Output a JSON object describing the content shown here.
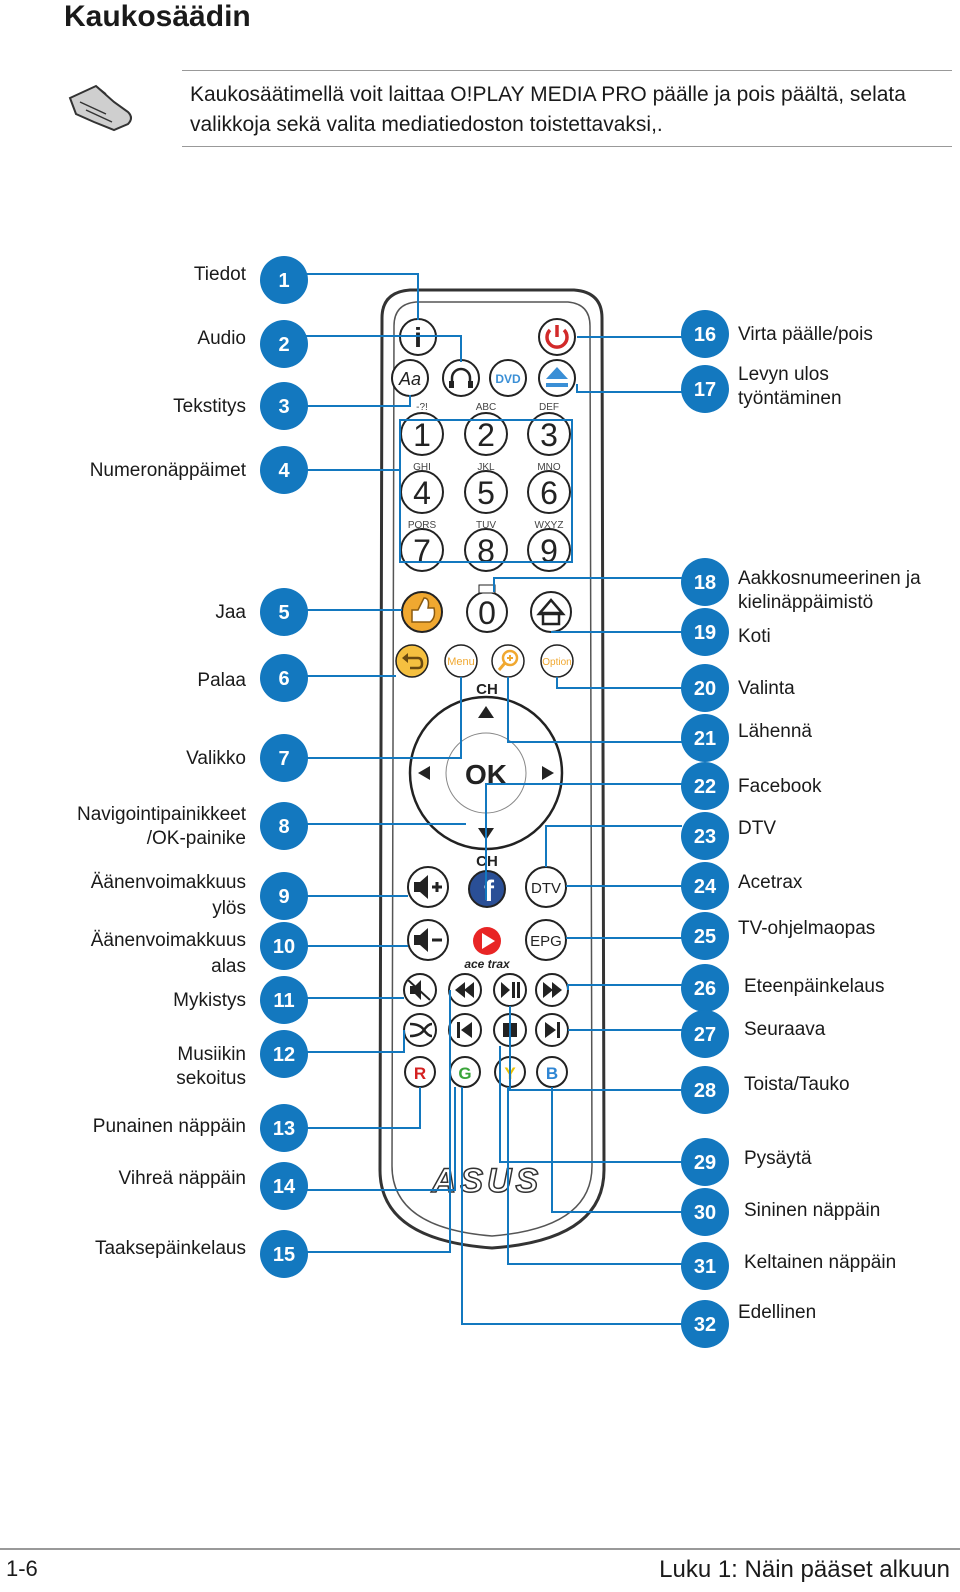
{
  "page_title": "Kaukosäädin",
  "note": {
    "icon": "pointing-hand-icon",
    "text": "Kaukosäätimellä voit laittaa O!PLAY MEDIA PRO päälle ja pois päältä, selata valikkoja sekä valita mediatiedoston toistettavaksi,."
  },
  "colors": {
    "callout_blue": "#1378bf",
    "power_red": "#d22a2a",
    "eject_blue": "#3a8fd6",
    "red_key": "#d42020",
    "green_key": "#3aa53a",
    "yellow_key": "#e8c200",
    "blue_key": "#2f86d4",
    "share_orange": "#f0a830",
    "facebook_blue": "#2a4f96"
  },
  "remote": {
    "brand": "ASUS",
    "subbrand": "ace trax",
    "keys": {
      "info": "i",
      "dvd": "DVD",
      "text": "Aa",
      "letters": [
        "-?!",
        "ABC",
        "DEF",
        "GHI",
        "JKL",
        "MNO",
        "PQRS",
        "TUV",
        "WXYZ"
      ],
      "digits": [
        "1",
        "2",
        "3",
        "4",
        "5",
        "6",
        "7",
        "8",
        "9",
        "0"
      ],
      "menu": "Menu",
      "option": "Option",
      "ch": "CH",
      "ok": "OK",
      "facebook": "f",
      "dtv": "DTV",
      "epg": "EPG",
      "red": "R",
      "green": "G",
      "yellow": "Y",
      "blue": "B"
    }
  },
  "left_callouts": [
    {
      "num": "1",
      "label": "Tiedot"
    },
    {
      "num": "2",
      "label": "Audio"
    },
    {
      "num": "3",
      "label": "Tekstitys"
    },
    {
      "num": "4",
      "label": "Numeronäppäimet"
    },
    {
      "num": "5",
      "label": "Jaa"
    },
    {
      "num": "6",
      "label": "Palaa"
    },
    {
      "num": "7",
      "label": "Valikko"
    },
    {
      "num": "8",
      "label": "Navigointipainikkeet /OK-painike",
      "lines": [
        "Navigointipainikkeet",
        "/OK-painike"
      ]
    },
    {
      "num": "9",
      "label": "Äänenvoimakkuus ylös",
      "lines": [
        "Äänenvoimakkuus",
        "ylös"
      ]
    },
    {
      "num": "10",
      "label": "Äänenvoimakkuus alas",
      "lines": [
        "Äänenvoimakkuus",
        "alas"
      ]
    },
    {
      "num": "11",
      "label": "Mykistys"
    },
    {
      "num": "12",
      "label": "Musiikin sekoitus",
      "lines": [
        "Musiikin",
        "sekoitus"
      ]
    },
    {
      "num": "13",
      "label": "Punainen näppäin"
    },
    {
      "num": "14",
      "label": "Vihreä näppäin"
    },
    {
      "num": "15",
      "label": "Taaksepäinkelaus"
    }
  ],
  "right_callouts": [
    {
      "num": "16",
      "label": "Virta päälle/pois"
    },
    {
      "num": "17",
      "label": "Levyn ulos työntäminen",
      "lines": [
        "Levyn ulos",
        "työntäminen"
      ]
    },
    {
      "num": "18",
      "label": "Aakkosnumeerinen ja kielinäppäimistö",
      "lines": [
        "Aakkosnumeerinen ja",
        "kielinäppäimistö"
      ]
    },
    {
      "num": "19",
      "label": "Koti"
    },
    {
      "num": "20",
      "label": "Valinta"
    },
    {
      "num": "21",
      "label": "Lähennä"
    },
    {
      "num": "22",
      "label": "Facebook"
    },
    {
      "num": "23",
      "label": "DTV"
    },
    {
      "num": "24",
      "label": "Acetrax"
    },
    {
      "num": "25",
      "label": "TV-ohjelmaopas"
    },
    {
      "num": "26",
      "label": "Eteenpäinkelaus"
    },
    {
      "num": "27",
      "label": "Seuraava"
    },
    {
      "num": "28",
      "label": "Toista/Tauko"
    },
    {
      "num": "29",
      "label": "Pysäytä"
    },
    {
      "num": "30",
      "label": "Sininen näppäin"
    },
    {
      "num": "31",
      "label": "Keltainen näppäin"
    },
    {
      "num": "32",
      "label": "Edellinen"
    }
  ],
  "footer": {
    "page_number": "1-6",
    "chapter": "Luku 1:  Näin pääset alkuun"
  }
}
